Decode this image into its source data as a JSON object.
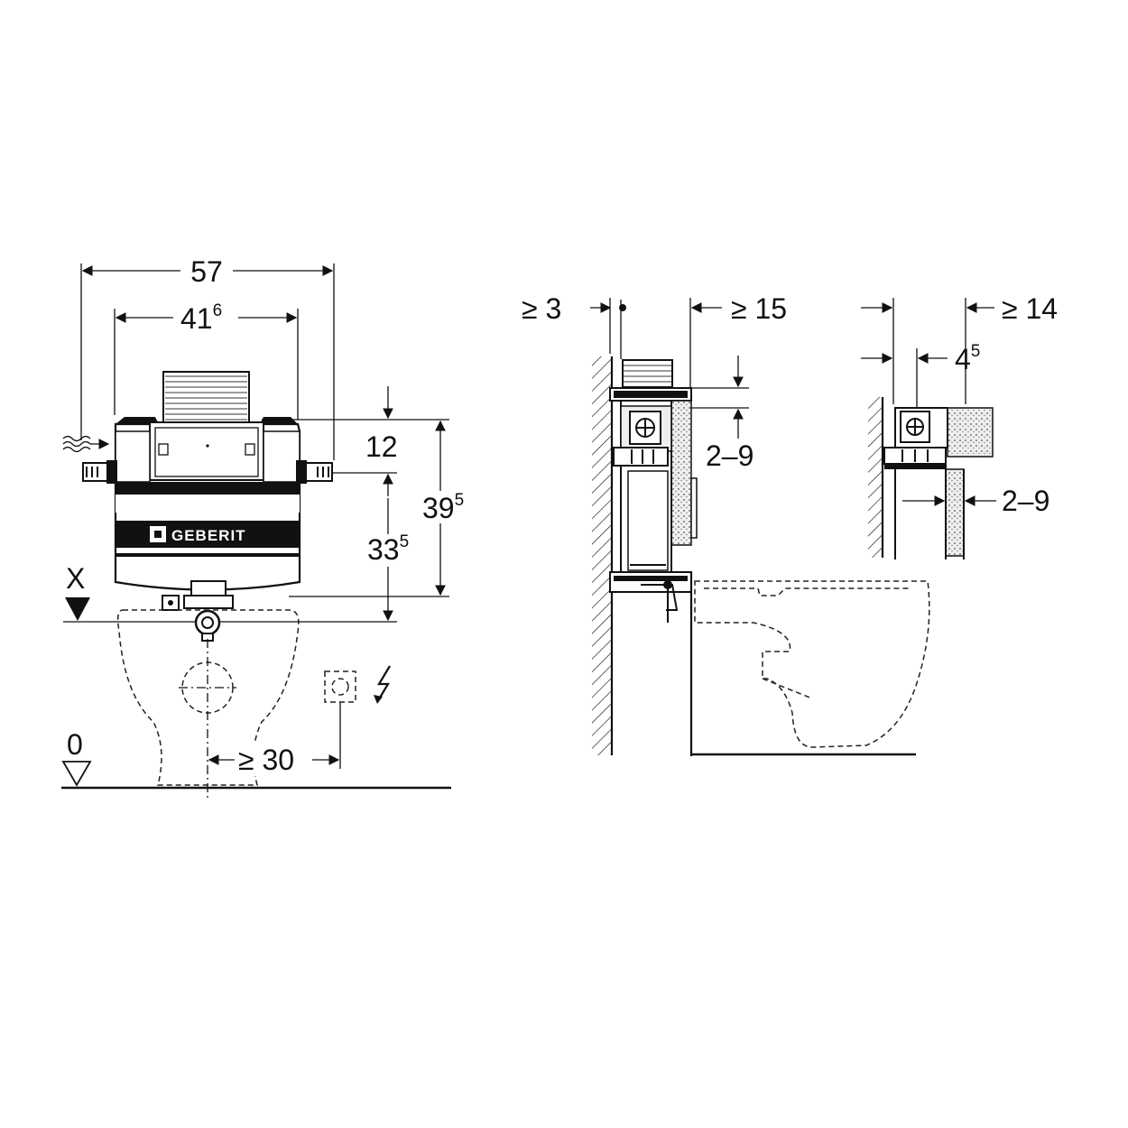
{
  "brand": {
    "logo_text": "GEBERIT"
  },
  "front_view": {
    "width_total": "57",
    "width_inner": {
      "base": "41",
      "sup": "6"
    },
    "height_top_gap": "12",
    "height_mid": {
      "base": "33",
      "sup": "5"
    },
    "height_total": {
      "base": "39",
      "sup": "5"
    },
    "reference_x": "X",
    "floor_level": "0",
    "distance_min": "≥ 30"
  },
  "side_view": {
    "wall_gap_min": "≥ 3",
    "front_gap_min": "≥ 15",
    "plate_range": "2–9"
  },
  "detail_view": {
    "front_gap_min": "≥ 14",
    "depth": {
      "base": "4",
      "sup": "5"
    },
    "plate_range": "2–9"
  }
}
